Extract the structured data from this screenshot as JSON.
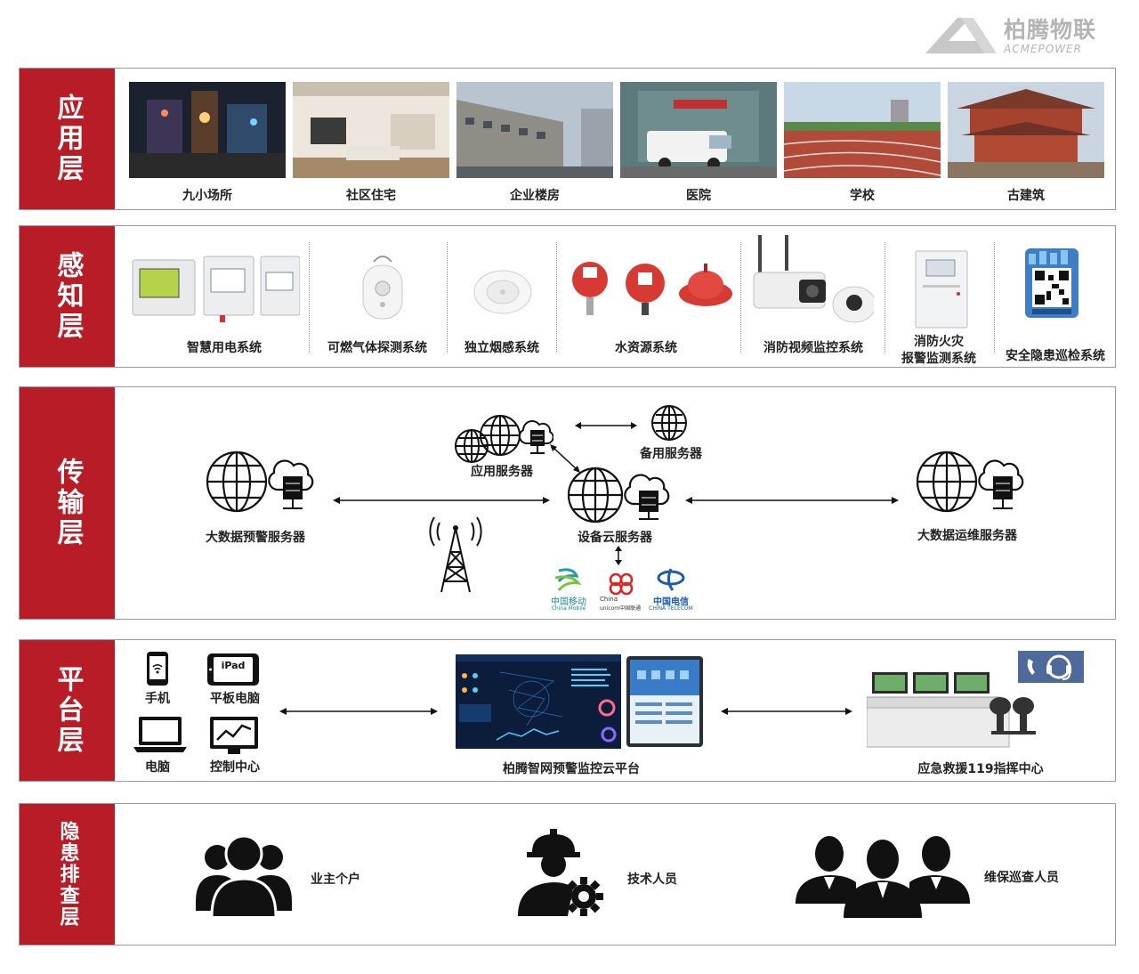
{
  "brand": {
    "name_cn": "柏腾物联",
    "name_en": "ACMEPOWER"
  },
  "colors": {
    "accent": "#b81c26",
    "border": "#9a9a9a",
    "text": "#222222"
  },
  "layers": {
    "application": {
      "label": "应用层",
      "items": [
        "九小场所",
        "社区住宅",
        "企业楼房",
        "医院",
        "学校",
        "古建筑"
      ]
    },
    "perception": {
      "label": "感知层",
      "items": [
        "智慧用电系统",
        "可燃气体探测系统",
        "独立烟感系统",
        "水资源系统",
        "消防视频监控系统",
        "消防火灾",
        "报警监测系统",
        "安全隐患巡检系统"
      ]
    },
    "transmission": {
      "label": "传输层",
      "nodes": {
        "app_server": "应用服务器",
        "backup_server": "备用服务器",
        "warning_server": "大数据预警服务器",
        "cloud_server": "设备云服务器",
        "ops_server": "大数据运维服务器"
      },
      "carriers": {
        "mobile": "中国移动",
        "mobile_en": "China Mobile",
        "unicom_en": "China",
        "unicom": "unicom中国联通",
        "telecom": "中国电信",
        "telecom_en": "CHINA TELECOM"
      }
    },
    "platform": {
      "label": "平台层",
      "devices": [
        "手机",
        "平板电脑",
        "电脑",
        "控制中心"
      ],
      "ipad_text": "iPad",
      "cloud_platform": "柏腾智网预警监控云平台",
      "command_center": "应急救援119指挥中心"
    },
    "inspection": {
      "label": "隐患排查层",
      "roles": [
        "业主个户",
        "技术人员",
        "维保巡查人员"
      ]
    }
  },
  "icons": [
    "globe-icon",
    "cloud-server-icon",
    "signal-tower-icon",
    "phone-icon",
    "tablet-icon",
    "laptop-icon",
    "monitor-chart-icon",
    "headset-icon",
    "group-icon",
    "engineer-icon",
    "team-icon"
  ]
}
